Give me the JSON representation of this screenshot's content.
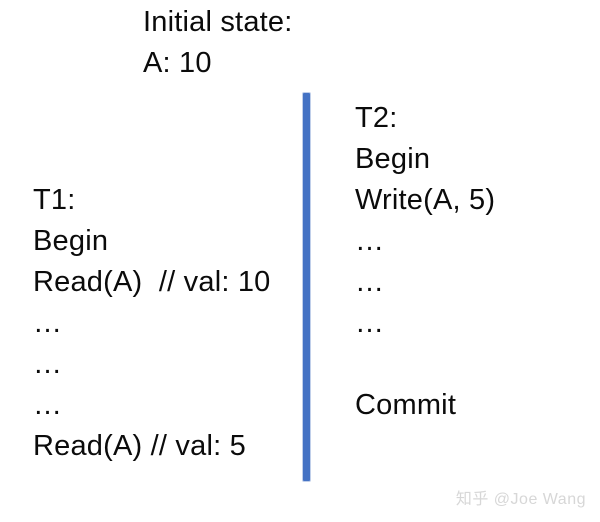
{
  "page": {
    "background_color": "#ffffff",
    "text_color": "#0b0b0b"
  },
  "header": {
    "line1": "Initial state:",
    "line2": "A: 10"
  },
  "divider": {
    "color": "#4472c4"
  },
  "t1": {
    "lines": {
      "0": "T1:",
      "1": "Begin",
      "2": "Read(A)  // val: 10",
      "3": "…",
      "4": "…",
      "5": "…",
      "6": "Read(A) // val: 5"
    }
  },
  "t2": {
    "lines": {
      "0": "T2:",
      "1": "Begin",
      "2": "Write(A, 5)",
      "3": "…",
      "4": "…",
      "5": "…",
      "6": "",
      "7": "Commit"
    }
  },
  "watermark": {
    "text": "知乎 @Joe Wang"
  }
}
